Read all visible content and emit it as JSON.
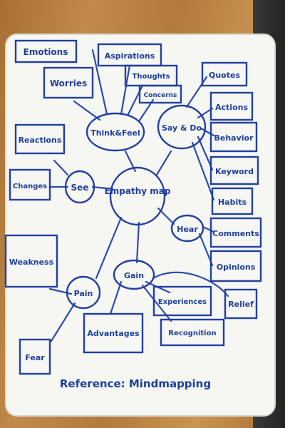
{
  "center": "Empathy map",
  "think_feel": "Think&Feel",
  "say_do": "Say & Do",
  "see": "See",
  "hear": "Hear",
  "pain": "Pain",
  "gain": "Gain",
  "emotions": "Emotions",
  "aspirations": "Aspirations",
  "worries": "Worries",
  "thoughts": "Thoughts",
  "concerns": "Concerns",
  "quotes": "Quotes",
  "actions": "Actions",
  "behavior": "Behavior",
  "keyword": "Keyword",
  "habits": "Habits",
  "comments": "Comments",
  "opinions": "Opinions",
  "reactions": "Reactions",
  "changes": "Changes",
  "weakness": "Weakness",
  "fear": "Fear",
  "advantages": "Advantages",
  "experiences": "Experiences",
  "relief": "Relief",
  "recognition": "Recognition",
  "reference": "Reference: Mindmapping",
  "colors": {
    "ink": "#1d3f9e",
    "board": "#f7f7f4",
    "desk": "#b07a3c"
  }
}
